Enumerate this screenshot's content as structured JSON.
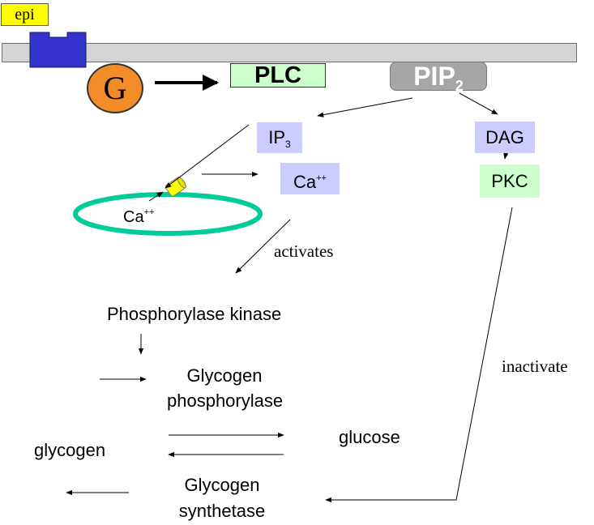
{
  "labels": {
    "epi": "epi",
    "g_protein": "G",
    "plc": "PLC",
    "pip2_main": "PIP",
    "pip2_sub": "2",
    "ip3_main": "IP",
    "ip3_sub": "3",
    "ca_main": "Ca",
    "ca_sup": "++",
    "dag": "DAG",
    "pkc": "PKC",
    "activates": "activates",
    "inactivate": "inactivate",
    "phosphorylase_kinase": "Phosphorylase kinase",
    "glycogen_phosphorylase_line1": "Glycogen",
    "glycogen_phosphorylase_line2": "phosphorylase",
    "glycogen": "glycogen",
    "glucose": "glucose",
    "glycogen_synthetase_line1": "Glycogen",
    "glycogen_synthetase_line2": "synthetase"
  },
  "colors": {
    "epi_yellow": "#ffff00",
    "receptor_blue": "#3333cc",
    "g_orange": "#f28c28",
    "plc_green": "#ccffcc",
    "pip2_gray": "#a6a6a6",
    "lavender": "#ccccff",
    "er_teal": "#00cc99",
    "channel_yellow": "#ffff00"
  }
}
